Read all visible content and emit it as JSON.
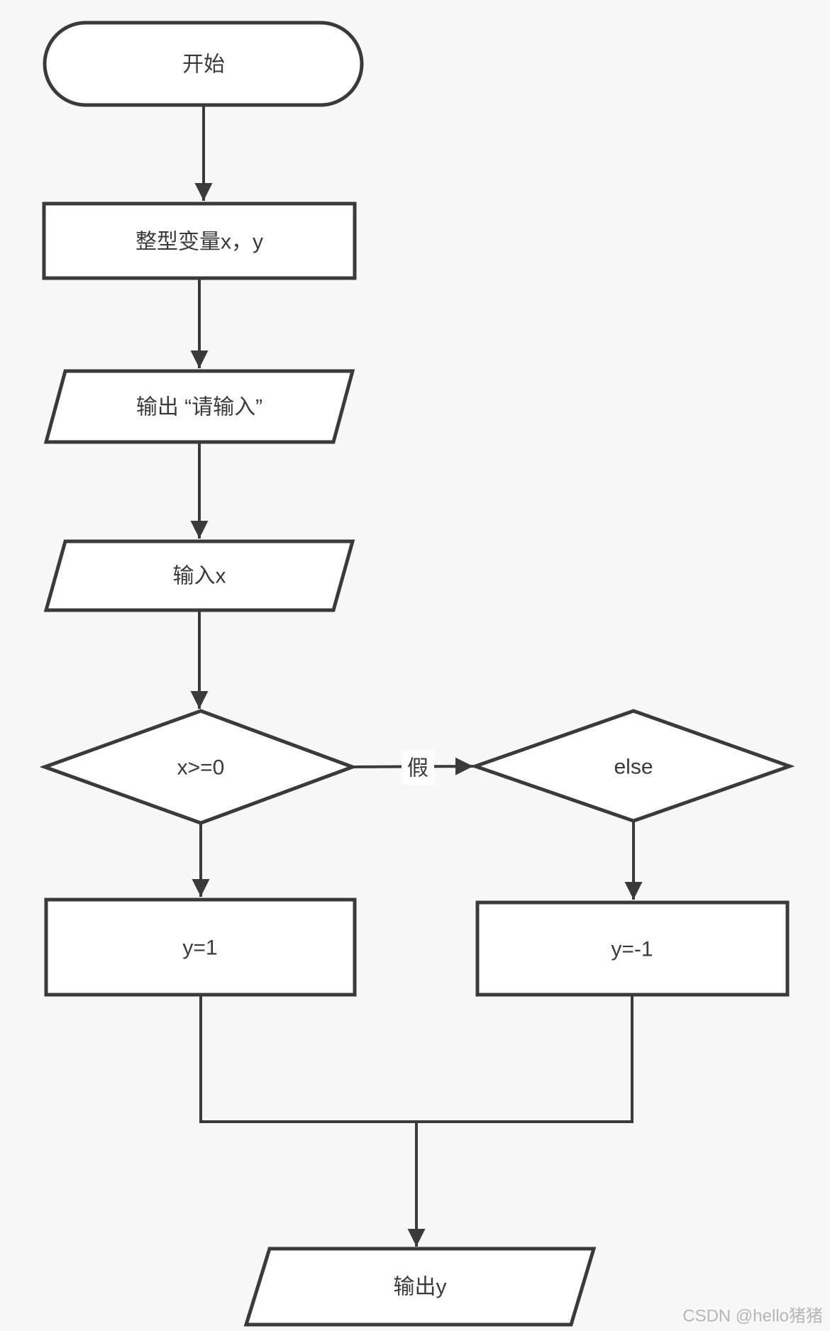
{
  "diagram": {
    "type": "flowchart",
    "description": "if-else flowchart: read integer x, set y=1 when x>=0 else y=-1, output y",
    "nodes": {
      "start": {
        "shape": "terminator",
        "label": "开始"
      },
      "declare": {
        "shape": "process",
        "label": "整型变量x，y"
      },
      "prompt": {
        "shape": "io-parallelogram",
        "label": "输出 “请输入”"
      },
      "input_x": {
        "shape": "io-parallelogram",
        "label": "输入x"
      },
      "condition": {
        "shape": "decision",
        "label": "x>=0"
      },
      "else_branch": {
        "shape": "decision",
        "label": "else"
      },
      "assign_positive": {
        "shape": "process",
        "label": "y=1"
      },
      "assign_negative": {
        "shape": "process",
        "label": "y=-1"
      },
      "output_y": {
        "shape": "io-parallelogram",
        "label": "输出y"
      }
    },
    "edge_labels": {
      "false_branch": "假"
    },
    "colors": {
      "background": "#f7f7f7",
      "shape_fill": "#ffffff",
      "stroke": "#3a3a3a",
      "text": "#3a3a3a",
      "watermark": "#b8b5b5"
    }
  },
  "watermark": {
    "text": "CSDN @hello猪猪"
  }
}
